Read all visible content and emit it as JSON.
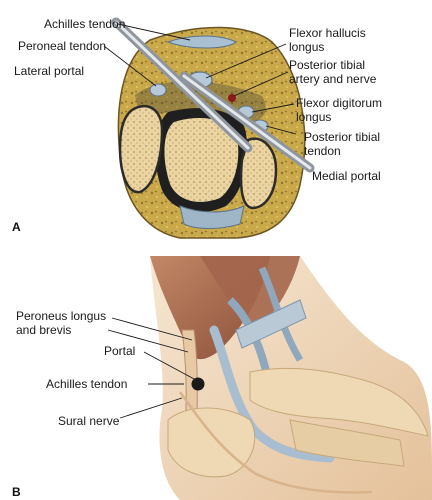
{
  "panel_a": {
    "letter": "A",
    "labels": {
      "achilles_tendon": "Achilles tendon",
      "peroneal_tendon": "Peroneal tendon",
      "lateral_portal": "Lateral portal",
      "flexor_hallucis_longus": [
        "Flexor hallucis",
        "longus"
      ],
      "posterior_tibial_artery_nerve": [
        "Posterior tibial",
        "artery and nerve"
      ],
      "flexor_digitorum_longus": [
        "Flexor digitorum",
        "longus"
      ],
      "posterior_tibial_tendon": [
        "Posterior tibial",
        "tendon"
      ],
      "medial_portal": "Medial portal"
    }
  },
  "panel_b": {
    "letter": "B",
    "labels": {
      "peroneus_longus_brevis": [
        "Peroneus longus",
        "and brevis"
      ],
      "portal": "Portal",
      "achilles_tendon": "Achilles tendon",
      "sural_nerve": "Sural nerve"
    }
  },
  "colors": {
    "fat": "#c9a94a",
    "bone": "#e9d3a0",
    "bone_outline": "#2b2b2b",
    "tendon": "#9fb6c9",
    "instrument": "#b8bec6",
    "muscle": "#b3745a",
    "skin": "#f0d9c0",
    "artery": "#8b1a1a",
    "leader": "#1a1a1a"
  }
}
